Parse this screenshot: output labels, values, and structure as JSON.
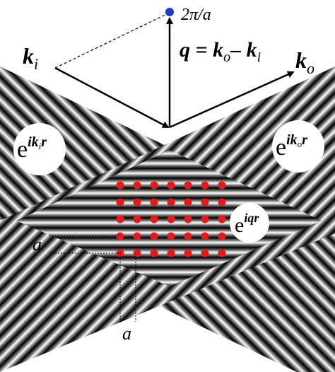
{
  "labels": {
    "reciprocal_point": "2π/a",
    "k_incident": "k",
    "k_incident_sub": "i",
    "k_outgoing": "k",
    "k_outgoing_sub": "o",
    "q_equation": "q = k",
    "q_equation_sub1": "o",
    "q_equation_mid": "– k",
    "q_equation_sub2": "i",
    "wave_incident_base": "e",
    "wave_incident_exp_i": "i",
    "wave_incident_exp_k": "k",
    "wave_incident_exp_sub": "i",
    "wave_incident_exp_r": "r",
    "wave_outgoing_base": "e",
    "wave_outgoing_exp_i": "i",
    "wave_outgoing_exp_k": "k",
    "wave_outgoing_exp_sub": "o",
    "wave_outgoing_exp_r": "r",
    "wave_q_base": "e",
    "wave_q_exp": "iqr",
    "lattice_spacing_vertical": "a",
    "lattice_spacing_horizontal": "a"
  },
  "lattice": {
    "rows": 5,
    "cols": 7,
    "color": "#e31b1b"
  },
  "colors": {
    "reciprocal_point": "#1a3fc4",
    "stripe_dark": "#000000",
    "stripe_light": "#ffffff",
    "arrows": "#000000"
  }
}
